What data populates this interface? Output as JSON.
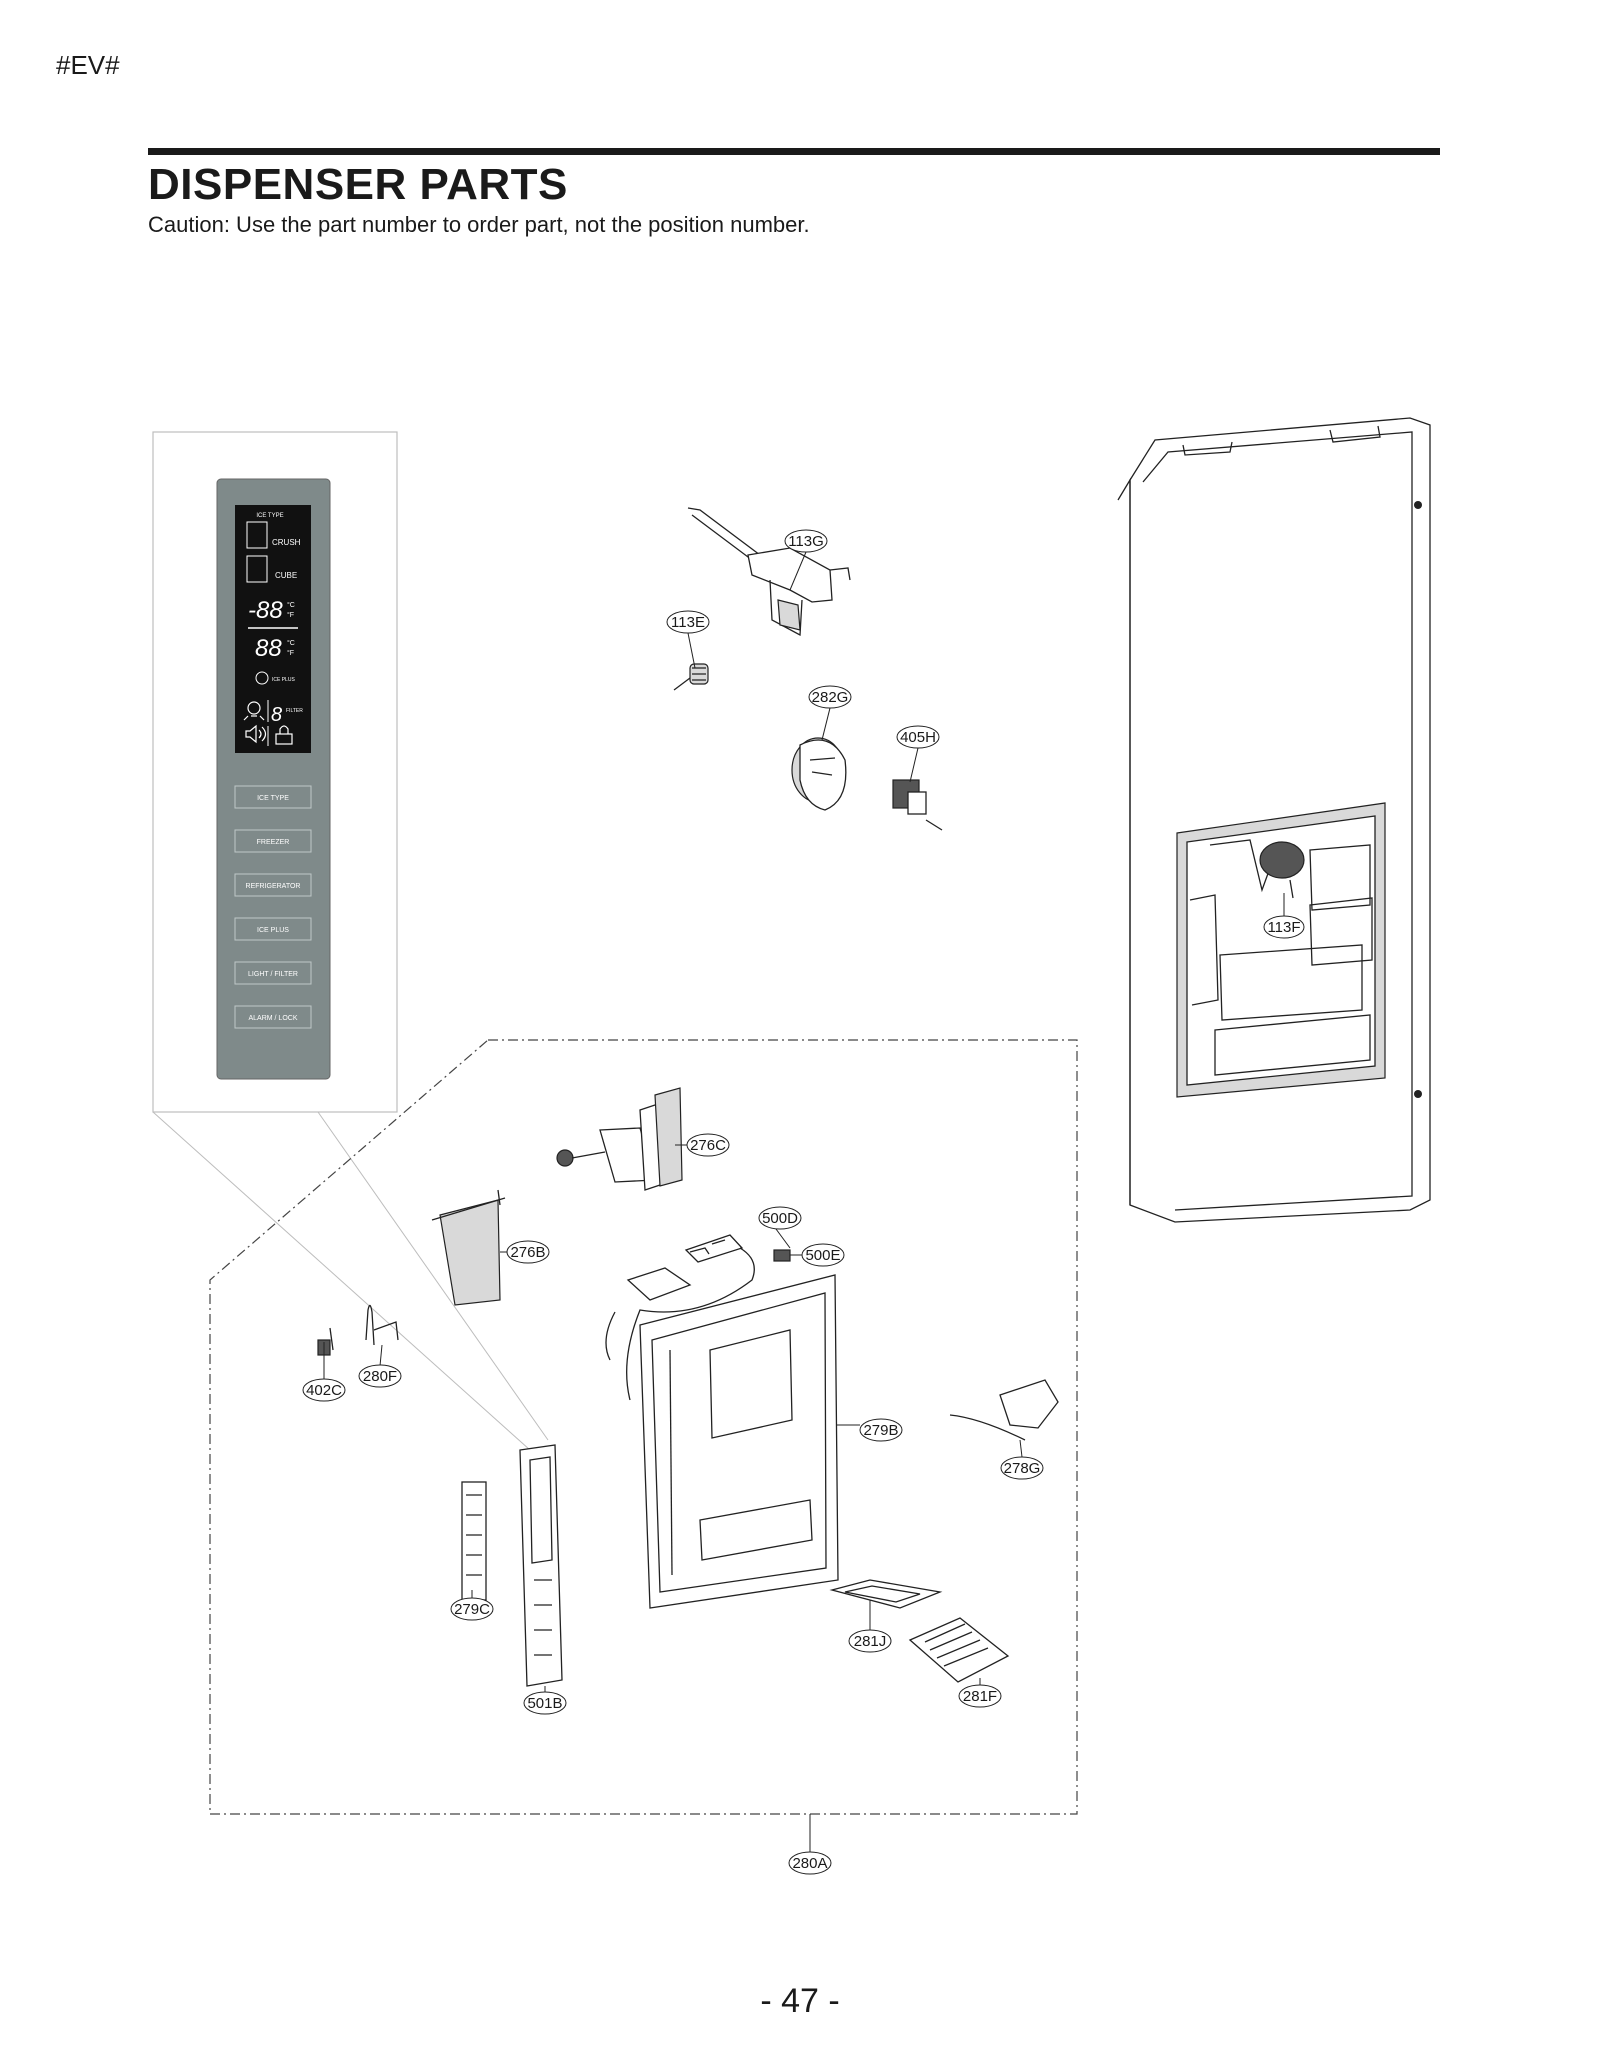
{
  "header": {
    "tag": "#EV#",
    "title": "DISPENSER PARTS",
    "caution": "Caution: Use the part number to order part, not the position number."
  },
  "control_panel": {
    "display": {
      "ice_type_label": "ICE TYPE",
      "crush_label": "CRUSH",
      "cube_label": "CUBE",
      "freezer_digits": "-88",
      "fridge_digits": "88",
      "unit_c": "°C",
      "unit_f": "°F",
      "ice_plus_label": "ICE PLUS",
      "filter_digit": "8",
      "filter_label": "FILTER"
    },
    "buttons": [
      "ICE TYPE",
      "FREEZER",
      "REFRIGERATOR",
      "ICE PLUS",
      "LIGHT / FILTER",
      "ALARM / LOCK"
    ]
  },
  "callouts": [
    "113G",
    "113E",
    "282G",
    "405H",
    "113F",
    "276C",
    "500D",
    "500E",
    "276B",
    "402C",
    "280F",
    "279B",
    "278G",
    "279C",
    "281J",
    "281F",
    "501B",
    "280A"
  ],
  "footer": {
    "page_number": "- 47 -"
  }
}
